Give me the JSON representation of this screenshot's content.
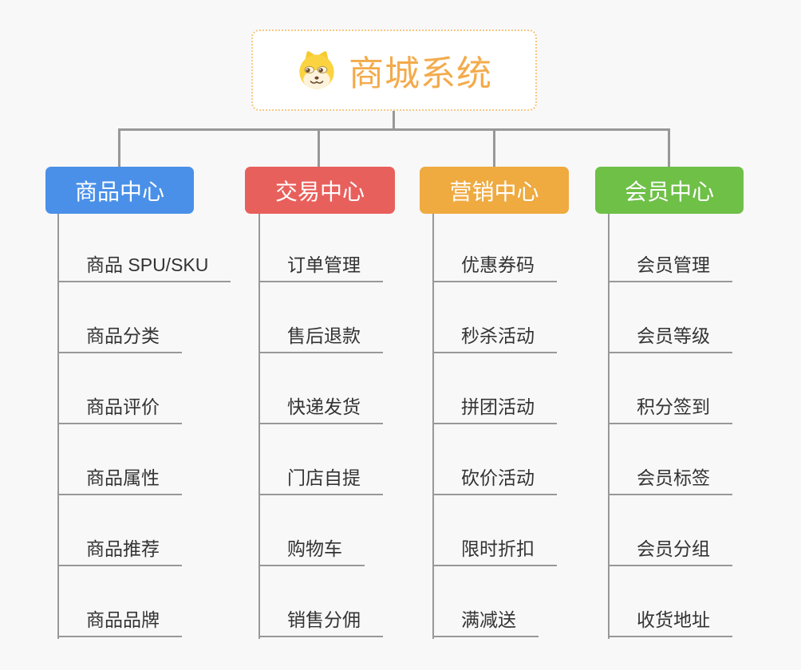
{
  "root": {
    "title": "商城系统",
    "icon": "doge-dog-icon"
  },
  "colors": {
    "background": "#f8f8f8",
    "connector": "#989898",
    "root_border": "#f6c77f",
    "root_title": "#f3ab4b",
    "item_text": "#333333"
  },
  "branches": [
    {
      "label": "商品中心",
      "color": "#4a90e8",
      "children": [
        "商品 SPU/SKU",
        "商品分类",
        "商品评价",
        "商品属性",
        "商品推荐",
        "商品品牌"
      ]
    },
    {
      "label": "交易中心",
      "color": "#e8605c",
      "children": [
        "订单管理",
        "售后退款",
        "快递发货",
        "门店自提",
        "购物车",
        "销售分佣"
      ]
    },
    {
      "label": "营销中心",
      "color": "#efaa40",
      "children": [
        "优惠券码",
        "秒杀活动",
        "拼团活动",
        "砍价活动",
        "限时折扣",
        "满减送"
      ]
    },
    {
      "label": "会员中心",
      "color": "#6ec047",
      "children": [
        "会员管理",
        "会员等级",
        "积分签到",
        "会员标签",
        "会员分组",
        "收货地址"
      ]
    }
  ]
}
